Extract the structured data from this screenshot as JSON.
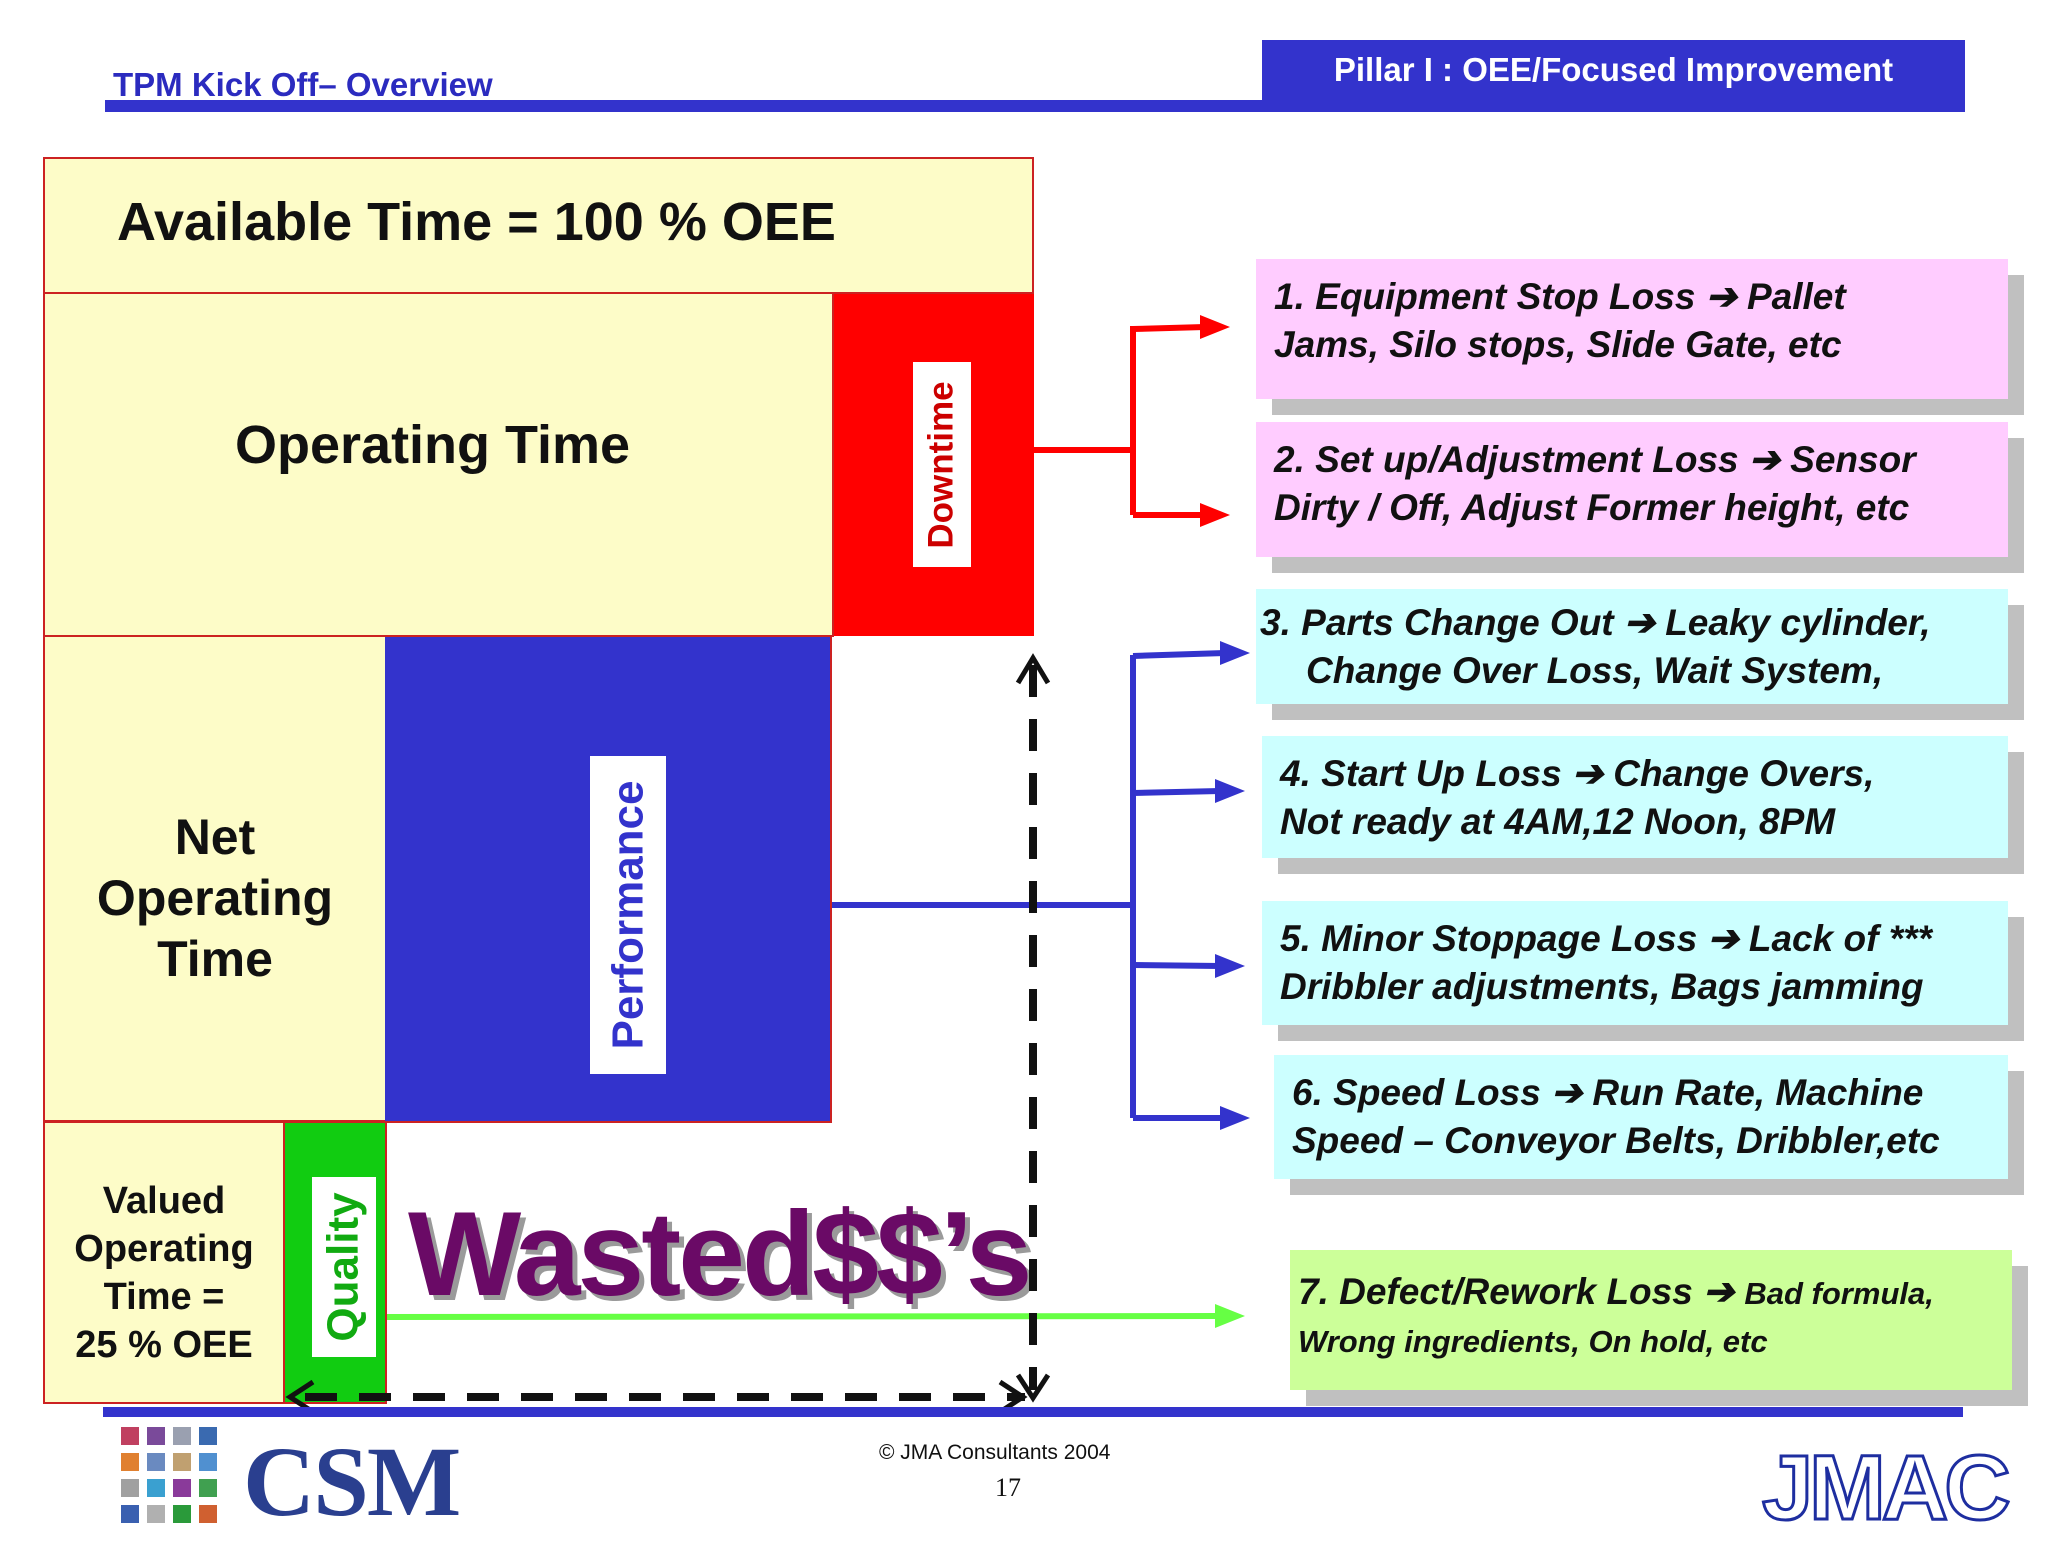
{
  "header": {
    "left_title": "TPM Kick Off– Overview",
    "right_title": "Pillar I : OEE/Focused Improvement"
  },
  "diagram": {
    "available_time": "Available Time = 100 % OEE",
    "operating_time": "Operating Time",
    "net_operating_time": [
      "Net",
      "Operating",
      "Time"
    ],
    "valued_operating_time": [
      "Valued",
      "Operating",
      "Time =",
      "25 % OEE"
    ],
    "downtime_label": "Downtime",
    "performance_label": "Performance",
    "quality_label": "Quality",
    "wasted_label": "Wasted$$’s"
  },
  "losses": [
    {
      "lines": [
        "1. Equipment Stop Loss ➔ Pallet",
        "Jams, Silo stops, Slide Gate, etc"
      ],
      "group": "downtime"
    },
    {
      "lines": [
        "2. Set up/Adjustment Loss ➔ Sensor",
        "Dirty / Off, Adjust Former height, etc"
      ],
      "group": "downtime"
    },
    {
      "lines": [
        "3. Parts Change Out ➔ Leaky cylinder,",
        "Change Over Loss, Wait System,"
      ],
      "group": "performance"
    },
    {
      "lines": [
        "4. Start Up Loss ➔ Change Overs,",
        "Not ready at 4AM,12 Noon, 8PM"
      ],
      "group": "performance"
    },
    {
      "lines": [
        "5. Minor Stoppage Loss ➔ Lack of ***",
        "Dribbler adjustments, Bags jamming"
      ],
      "group": "performance"
    },
    {
      "lines": [
        "6. Speed Loss ➔ Run Rate, Machine",
        "Speed – Conveyor Belts, Dribbler,etc"
      ],
      "group": "performance"
    },
    {
      "lines_rich": [
        [
          "7. Defect/Rework Loss ➔ ",
          "Bad formula,"
        ],
        [
          "Wrong ingredients, On hold, etc"
        ]
      ],
      "group": "quality"
    }
  ],
  "footer": {
    "copyright": "© JMA Consultants 2004",
    "page_number": "17",
    "logo_left": "CSM",
    "logo_right": "JMAC"
  },
  "colors": {
    "header_blue": "#3333cc",
    "downtime_red": "#ff0000",
    "performance_blue": "#3333cc",
    "quality_green": "#11cc11",
    "pink_box": "#ffccff",
    "cyan_box": "#ccffff",
    "green_box": "#ccff99",
    "wasted_purple": "#6a0a66"
  }
}
